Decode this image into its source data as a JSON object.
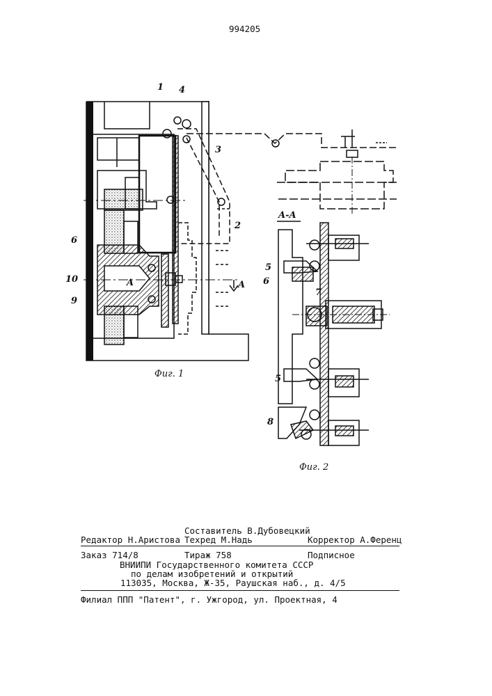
{
  "header": {
    "patent_number": "994205"
  },
  "figure1": {
    "caption": "Фиг. 1",
    "labels": {
      "l1": "1",
      "l2": "2",
      "l3": "3",
      "l4": "4",
      "l6": "6",
      "l9": "9",
      "l10": "10",
      "sectionA_left": "A",
      "sectionA_right": "A"
    }
  },
  "figure2": {
    "caption": "Фиг. 2",
    "section_title": "A-A",
    "labels": {
      "l5a": "5",
      "l5b": "5",
      "l6": "6",
      "l7": "7",
      "l8": "8"
    }
  },
  "footer": {
    "compiler": "Составитель В.Дубовецкий",
    "editor": "Редактор Н.Аристова",
    "techred": "Техред М.Надь",
    "corrector": "Корректор А.Ференц",
    "order": "Заказ 714/8",
    "circulation": "Тираж 758",
    "subscription": "Подписное",
    "org_line1": "ВНИИПИ Государственного комитета СССР",
    "org_line2": "по делам изобретений и открытий",
    "address": "113035, Москва, Ж-35, Раушская наб., д. 4/5",
    "branch": "Филиал ППП \"Патент\", г. Ужгород, ул. Проектная, 4"
  }
}
